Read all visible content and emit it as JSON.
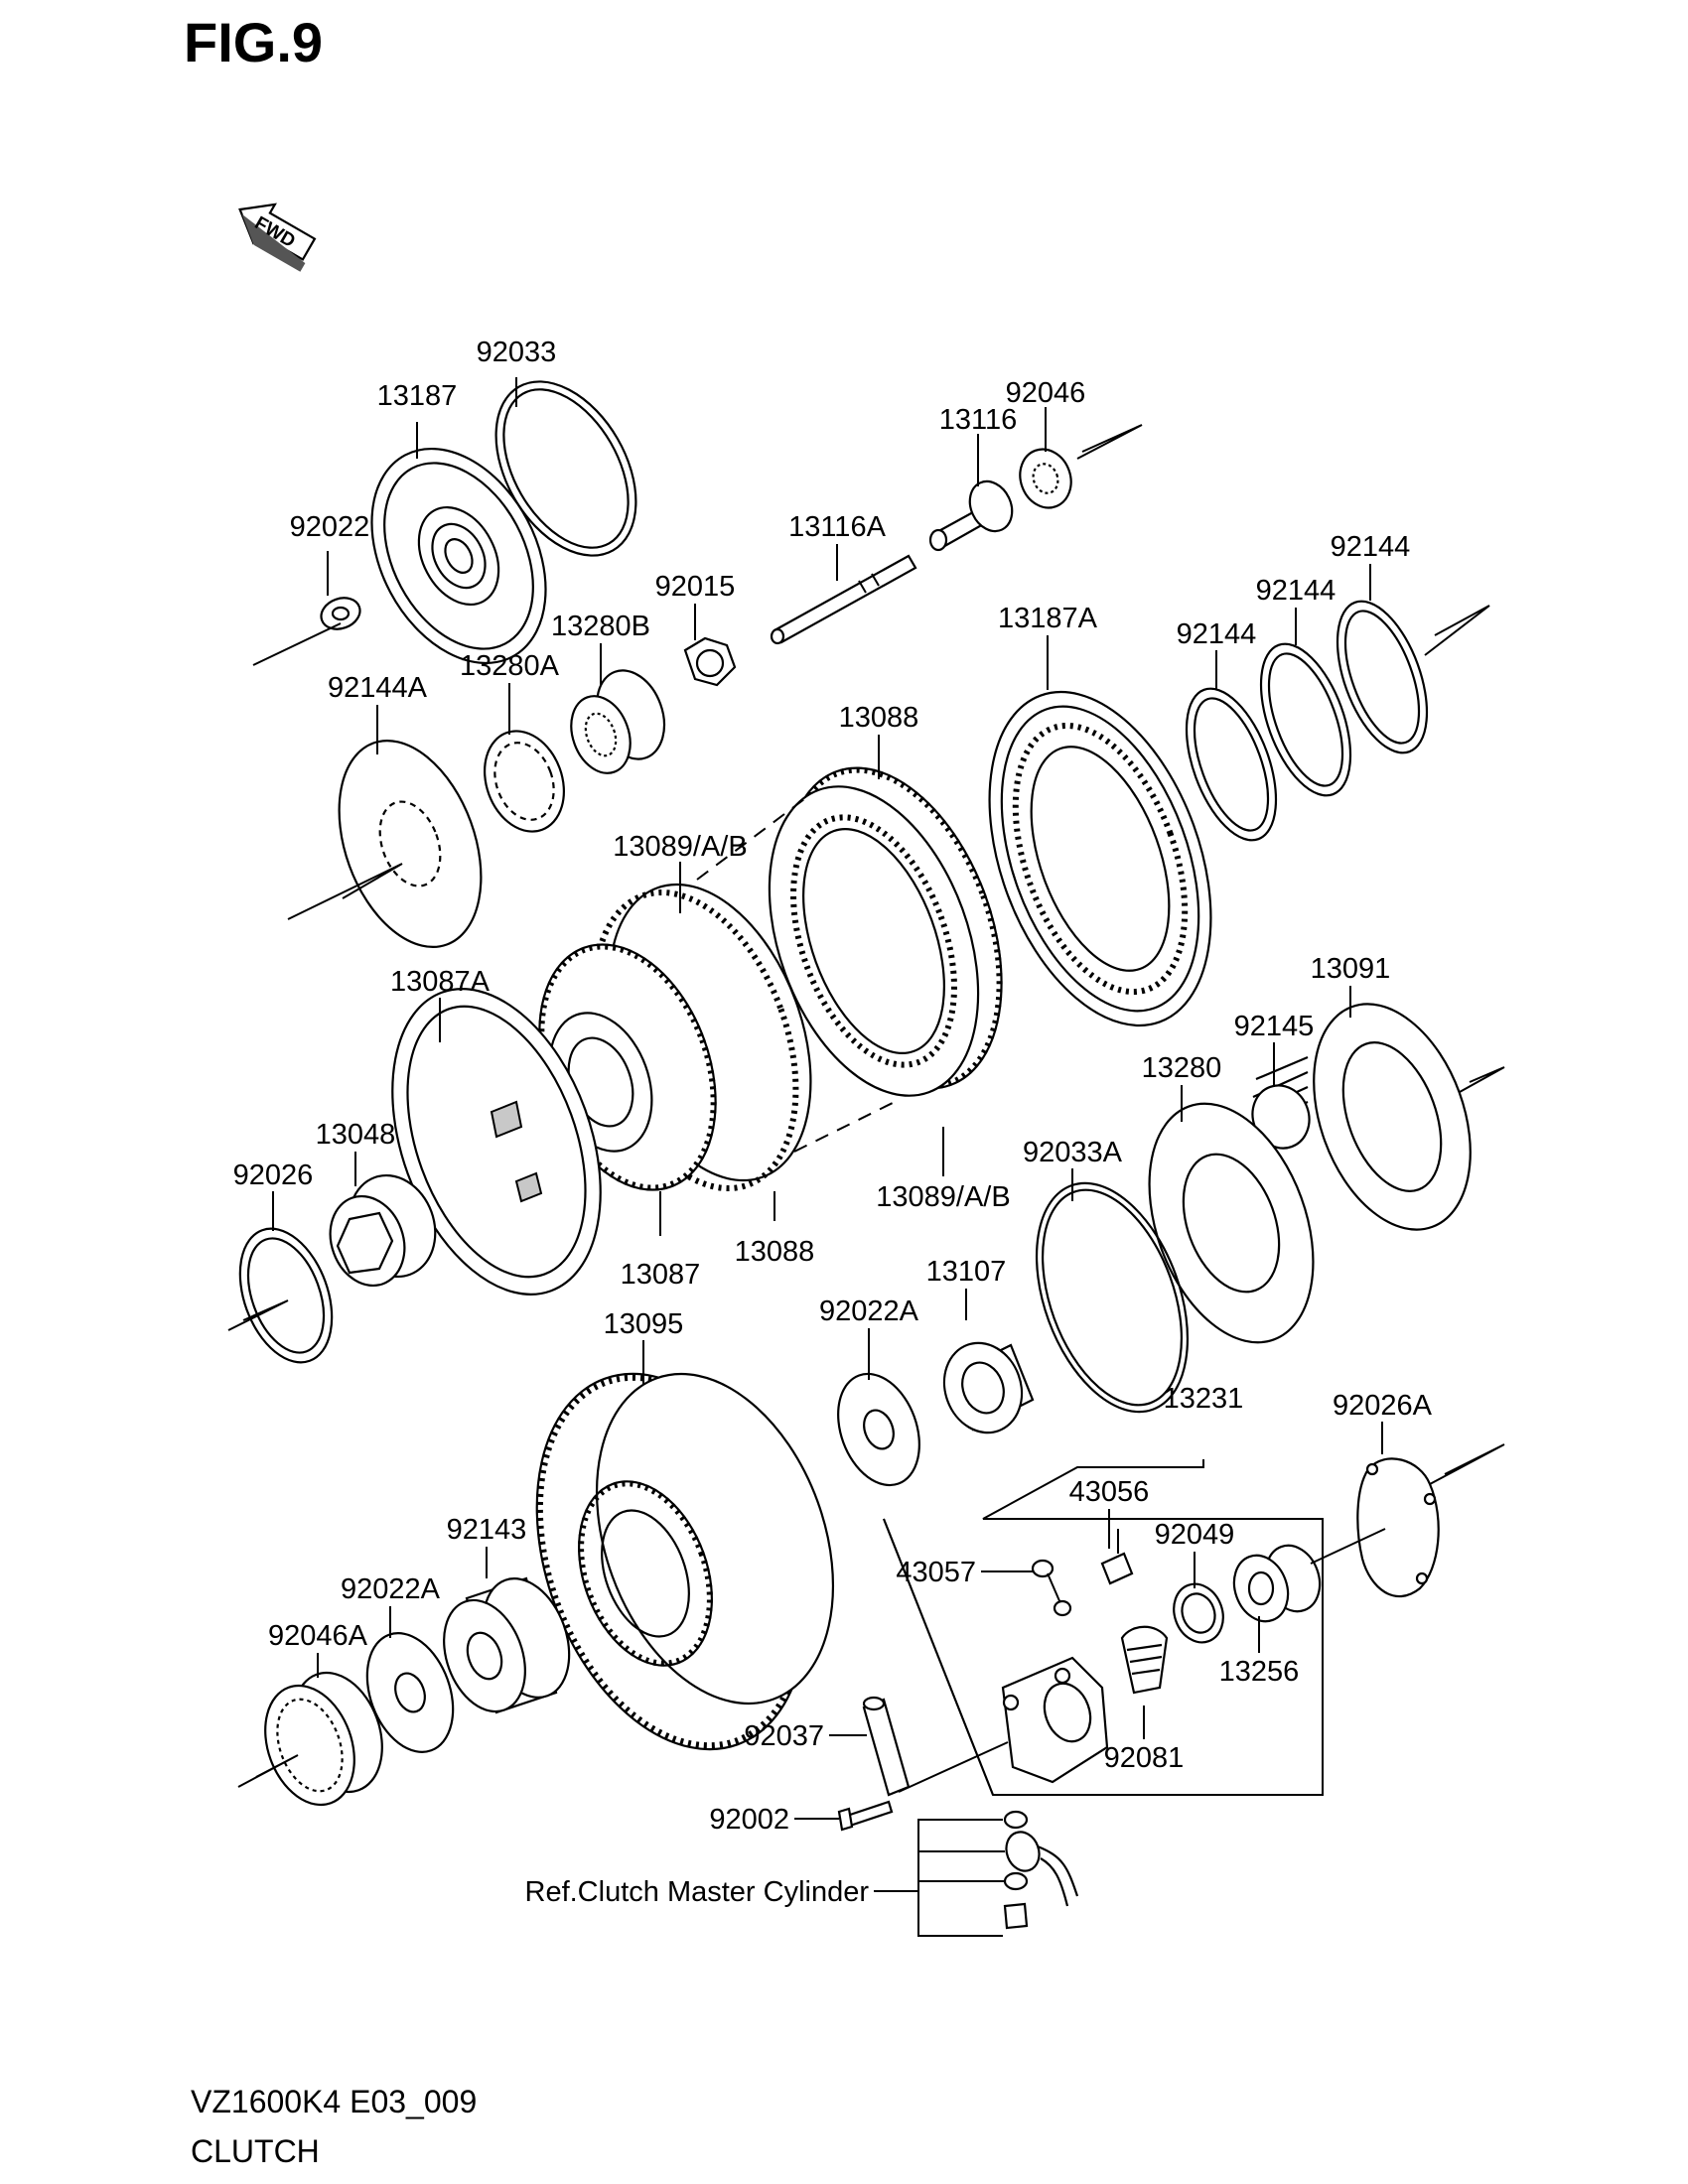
{
  "figure": {
    "title": "FIG.9",
    "fwd_badge": "FWD"
  },
  "footer": {
    "model_code": "VZ1600K4 E03_009",
    "section": "CLUTCH"
  },
  "labels": {
    "p92033": "92033",
    "p13187": "13187",
    "p92022": "92022",
    "p92046": "92046",
    "p13116": "13116",
    "p13116A": "13116A",
    "p92015": "92015",
    "p13280B": "13280B",
    "p13280A": "13280A",
    "p92144A": "92144A",
    "p13088_top": "13088",
    "p13187A": "13187A",
    "p92144_a": "92144",
    "p92144_b": "92144",
    "p92144_c": "92144",
    "p13089_top": "13089/A/B",
    "p13087A": "13087A",
    "p13048": "13048",
    "p92026": "92026",
    "p13087": "13087",
    "p13088_bot": "13088",
    "p13089_bot": "13089/A/B",
    "p13091": "13091",
    "p92145": "92145",
    "p13280": "13280",
    "p92033A": "92033A",
    "p13107": "13107",
    "p92022A_top": "92022A",
    "p13095": "13095",
    "p13231": "13231",
    "p92026A": "92026A",
    "p43056": "43056",
    "p92049": "92049",
    "p43057": "43057",
    "p92143": "92143",
    "p92022A_bot": "92022A",
    "p92046A": "92046A",
    "p13256": "13256",
    "p92037": "92037",
    "p92081": "92081",
    "p92002": "92002",
    "p_ref": "Ref.Clutch Master Cylinder"
  }
}
